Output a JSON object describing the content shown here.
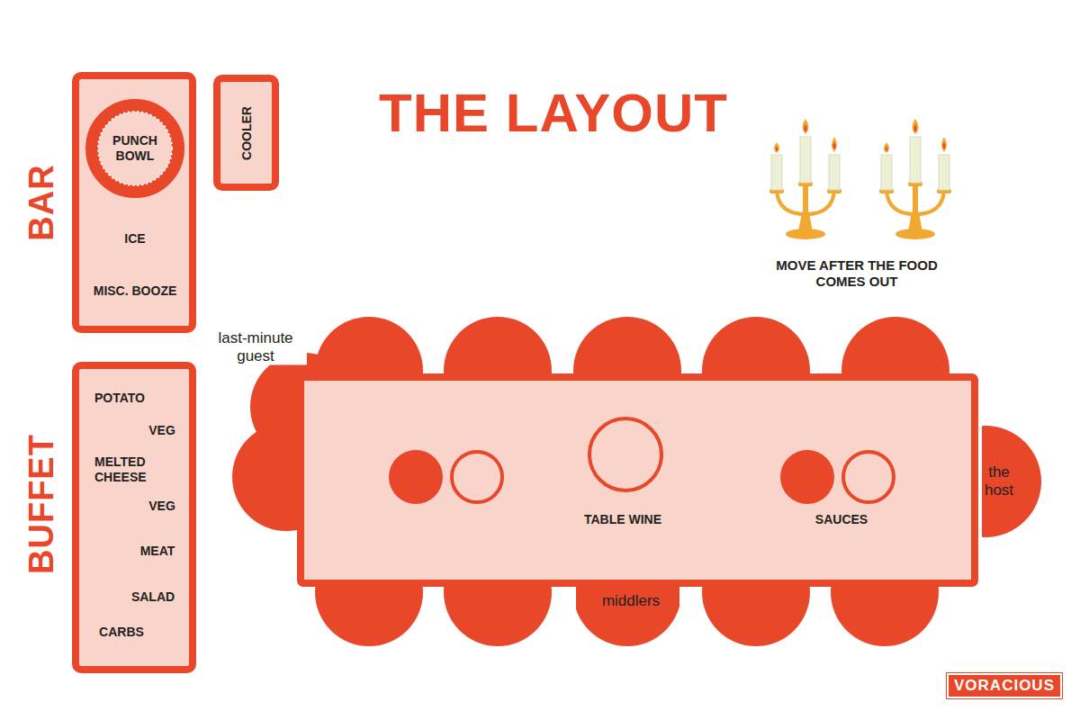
{
  "diagram": {
    "title": "THE LAYOUT",
    "nodes": [
      {
        "text": [
          "BAR",
          "ICE",
          "MISC. BOOZE"
        ]
      },
      {
        "text": [
          "PUNCH BOWL"
        ],
        "in": 0
      },
      {
        "text": [
          "COOLER"
        ]
      },
      {
        "text": [
          "BUFFET",
          "POTATO",
          "VEG",
          "MELTED CHEESE",
          "VEG",
          "MEAT",
          "SALAD",
          "CARBS"
        ]
      },
      {
        "text": [
          "TABLE WINE"
        ]
      },
      {
        "text": [
          "SAUCES"
        ]
      },
      {
        "text": [
          "the host"
        ]
      },
      {
        "text": [
          "middlers"
        ]
      }
    ],
    "labels": [
      "last-minute guest",
      "MOVE AFTER THE FOOD COMES OUT",
      "VORACIOUS"
    ]
  }
}
